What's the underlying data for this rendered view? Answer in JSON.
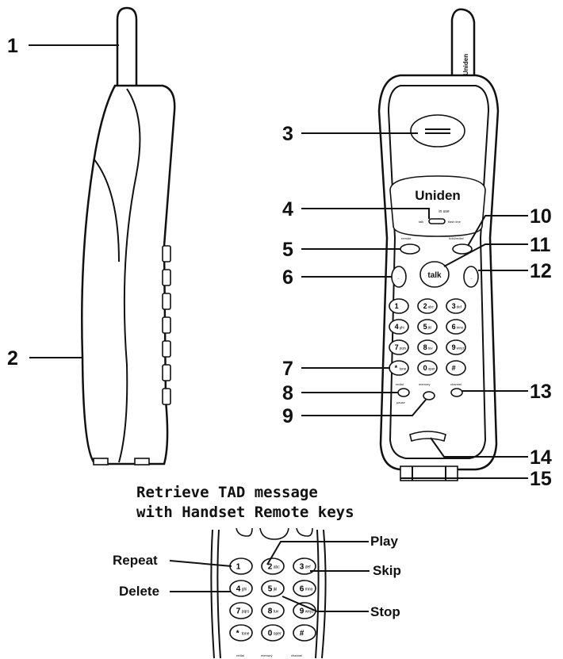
{
  "callouts": {
    "n1": "1",
    "n2": "2",
    "n3": "3",
    "n4": "4",
    "n5": "5",
    "n6": "6",
    "n7": "7",
    "n8": "8",
    "n9": "9",
    "n10": "10",
    "n11": "11",
    "n12": "12",
    "n13": "13",
    "n14": "14",
    "n15": "15"
  },
  "handset": {
    "brand": "Uniden",
    "antenna_brand": "Uniden",
    "mode_line": "in use",
    "indicator_labels": {
      "left": "talk",
      "right": "flash line"
    },
    "top_key_labels": {
      "left": "remote",
      "right": "hold/redial"
    },
    "talk_key": "talk",
    "side_keys": {
      "left": "←",
      "right": "→"
    },
    "keypad": [
      {
        "digit": "1",
        "letters": ""
      },
      {
        "digit": "2",
        "letters": "abc"
      },
      {
        "digit": "3",
        "letters": "def"
      },
      {
        "digit": "4",
        "letters": "ghi"
      },
      {
        "digit": "5",
        "letters": "jkl"
      },
      {
        "digit": "6",
        "letters": "mno"
      },
      {
        "digit": "7",
        "letters": "pqrs"
      },
      {
        "digit": "8",
        "letters": "tuv"
      },
      {
        "digit": "9",
        "letters": "wxyz"
      },
      {
        "digit": "*",
        "letters": "tone"
      },
      {
        "digit": "0",
        "letters": "oper"
      },
      {
        "digit": "#",
        "letters": ""
      }
    ],
    "bottom_key_labels": {
      "left": "redial",
      "middle": "memory",
      "right": "channel",
      "left_under": "pause"
    }
  },
  "remote_section": {
    "heading_line1": "Retrieve TAD message",
    "heading_line2": "with Handset Remote keys",
    "labels": {
      "repeat": "Repeat",
      "play": "Play",
      "skip": "Skip",
      "delete": "Delete",
      "stop": "Stop"
    },
    "keypad": [
      {
        "digit": "1",
        "letters": ""
      },
      {
        "digit": "2",
        "letters": "abc"
      },
      {
        "digit": "3",
        "letters": "def"
      },
      {
        "digit": "4",
        "letters": "ghi"
      },
      {
        "digit": "5",
        "letters": "jkl"
      },
      {
        "digit": "6",
        "letters": "mno"
      },
      {
        "digit": "7",
        "letters": "pqrs"
      },
      {
        "digit": "8",
        "letters": "tuv"
      },
      {
        "digit": "9",
        "letters": "wxyz"
      },
      {
        "digit": "*",
        "letters": "tone"
      },
      {
        "digit": "0",
        "letters": "oper"
      },
      {
        "digit": "#",
        "letters": ""
      }
    ],
    "bottom_labels": {
      "left": "redial",
      "middle": "memory",
      "right": "channel"
    }
  }
}
